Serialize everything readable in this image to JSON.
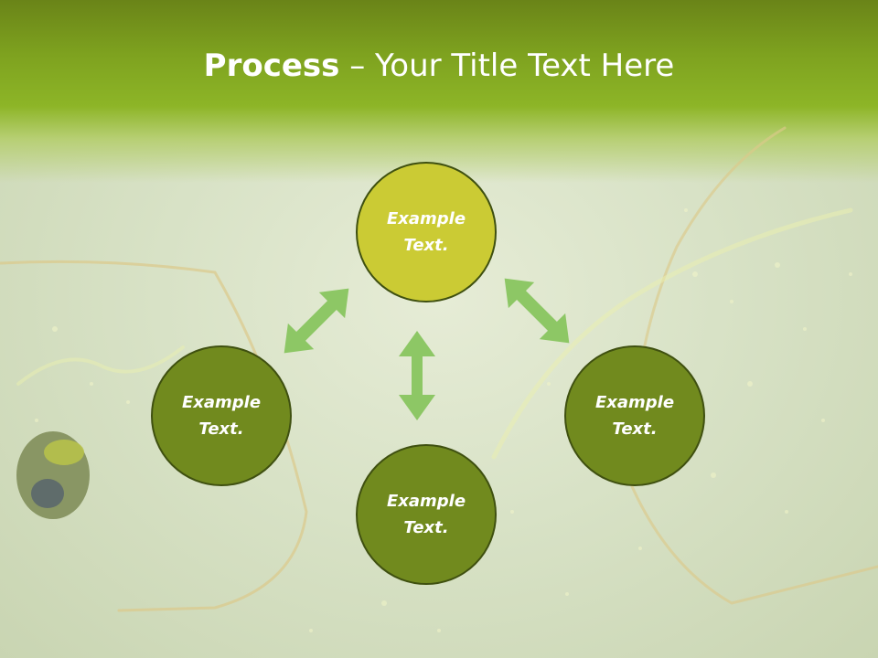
{
  "title": {
    "bold": "Process",
    "dash": " – ",
    "rest": "Your Title Text Here"
  },
  "nodes": [
    {
      "line1": "Example",
      "line2": "Text."
    },
    {
      "line1": "Example",
      "line2": "Text."
    },
    {
      "line1": "Example",
      "line2": "Text."
    },
    {
      "line1": "Example",
      "line2": "Text."
    }
  ],
  "colors": {
    "light_node": "#cbcb34",
    "dark_node": "#718a1e",
    "arrow": "#8dc765",
    "header": "#8db527"
  },
  "icons": [
    "double-arrow-icon"
  ]
}
